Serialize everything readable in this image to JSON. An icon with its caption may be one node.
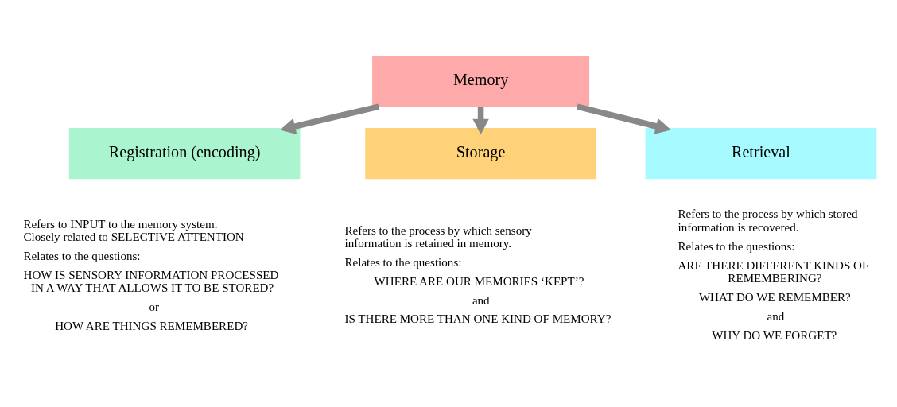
{
  "diagram": {
    "nodes": [
      {
        "text": [
          "Memory"
        ]
      },
      {
        "text": [
          "Registration (encoding)"
        ],
        "beside": [
          "Refers to INPUT to the memory system. Closely related to SELECTIVE ATTENTION",
          "Relates to the questions:",
          "HOW IS SENSORY INFORMATION PROCESSED IN A WAY THAT ALLOWS IT TO BE STORED?",
          "or",
          "HOW ARE THINGS REMEMBERED?"
        ]
      },
      {
        "text": [
          "Storage"
        ],
        "beside": [
          "Refers to the process by which sensory information is retained in memory.",
          "Relates to the questions:",
          "WHERE ARE OUR MEMORIES ‘KEPT’?",
          "and",
          "IS THERE MORE THAN ONE KIND OF MEMORY?"
        ]
      },
      {
        "text": [
          "Retrieval"
        ],
        "beside": [
          "Refers to the process by which stored information is recovered.",
          "Relates to the questions:",
          "ARE THERE DIFFERENT KINDS OF REMEMBERING?",
          "WHAT DO WE REMEMBER?",
          "and",
          "WHY DO WE FORGET?"
        ]
      }
    ],
    "edges": [
      {
        "from": 0,
        "to": 1,
        "arrow": "to"
      },
      {
        "from": 0,
        "to": 2,
        "arrow": "to"
      },
      {
        "from": 0,
        "to": 3,
        "arrow": "to"
      }
    ]
  }
}
